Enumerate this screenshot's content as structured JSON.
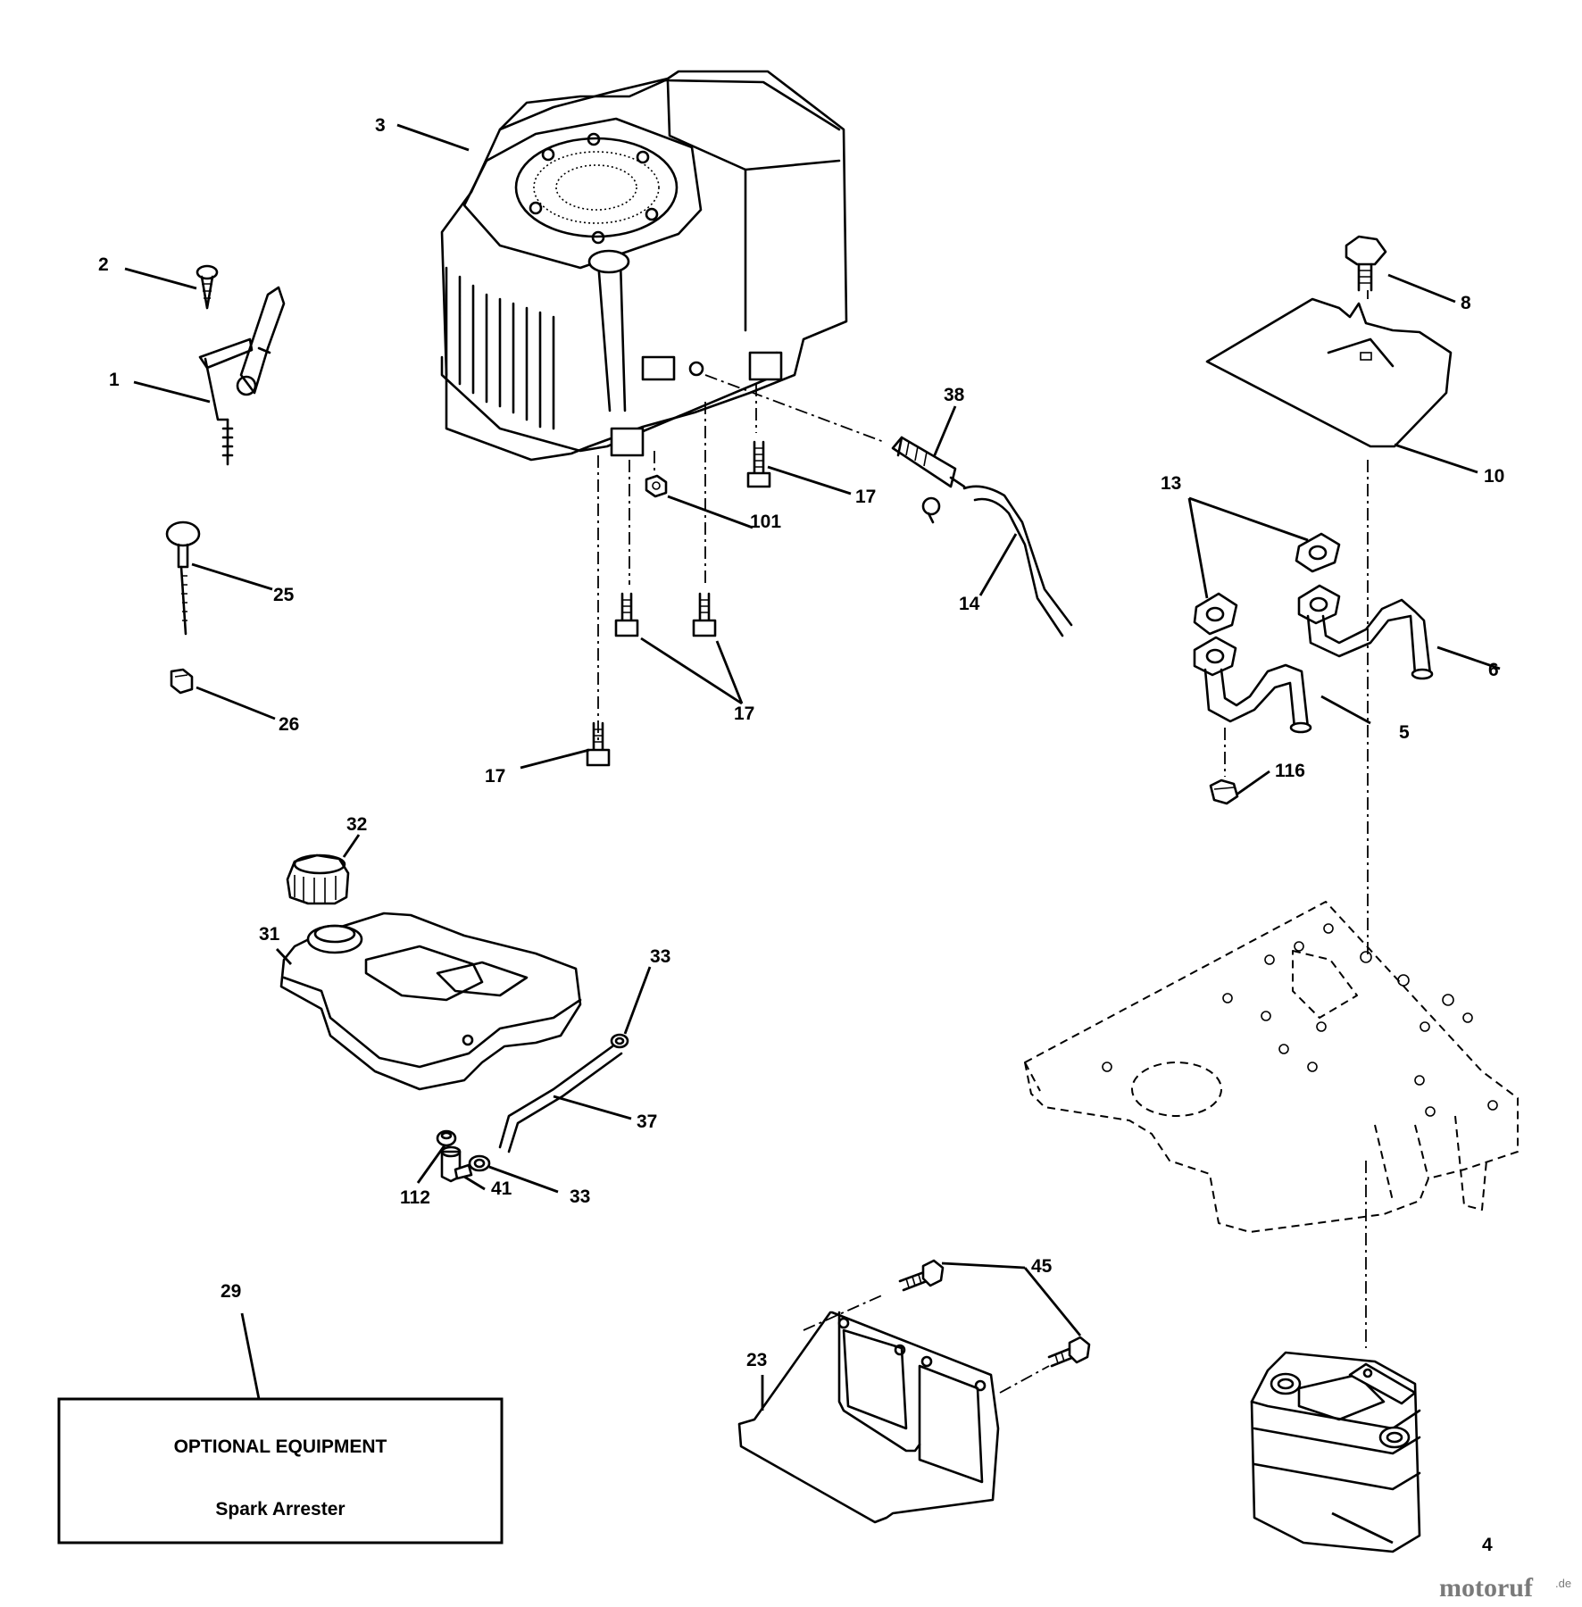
{
  "callouts": {
    "c1": "1",
    "c2": "2",
    "c3": "3",
    "c4": "4",
    "c5": "5",
    "c6": "6",
    "c8": "8",
    "c10": "10",
    "c13": "13",
    "c14": "14",
    "c17a": "17",
    "c17b": "17",
    "c17c": "17",
    "c23": "23",
    "c25": "25",
    "c26": "26",
    "c29": "29",
    "c31": "31",
    "c32": "32",
    "c33a": "33",
    "c33b": "33",
    "c37": "37",
    "c38": "38",
    "c41": "41",
    "c45": "45",
    "c101": "101",
    "c112": "112",
    "c116": "116"
  },
  "optional_box": {
    "title": "OPTIONAL EQUIPMENT",
    "item": "Spark Arrester"
  },
  "watermark": {
    "brand": "motoruf",
    "suffix": ".de"
  }
}
